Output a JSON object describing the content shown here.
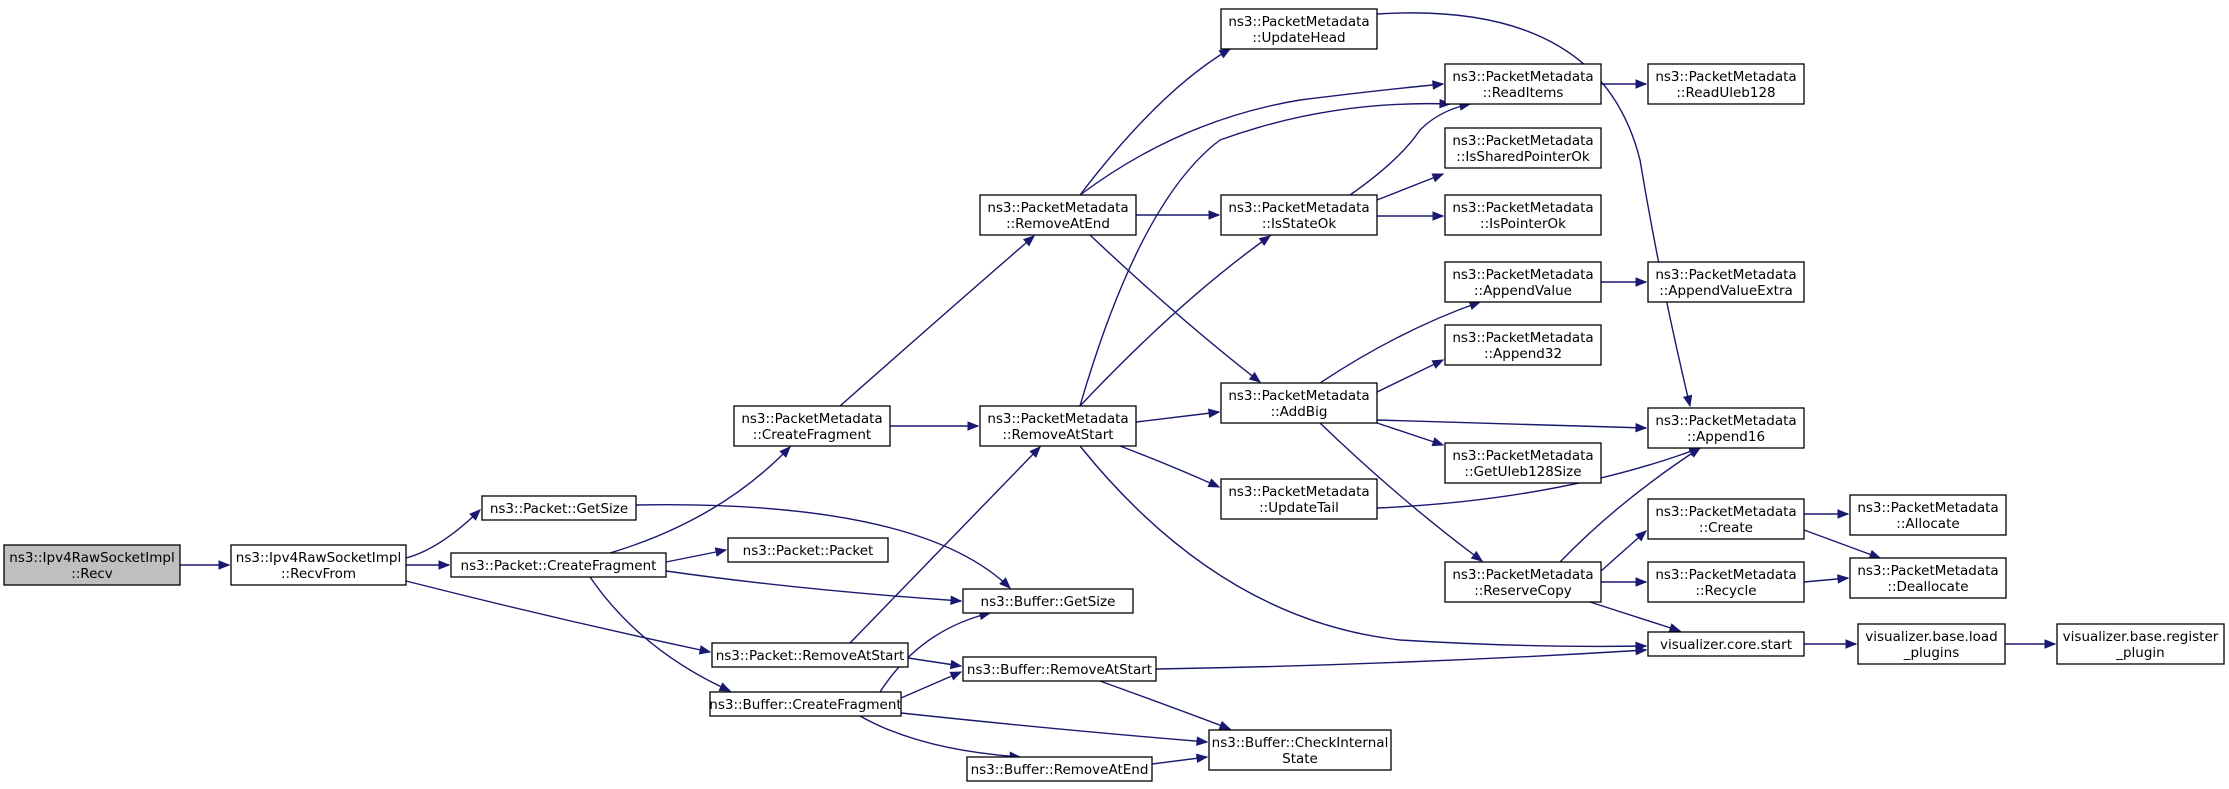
{
  "graph": {
    "colors": {
      "edge": "#191970",
      "root_fill": "#bfbfbf",
      "node_fill": "#ffffff",
      "border": "#000000"
    },
    "nodes": [
      {
        "id": "n_recv",
        "root": true,
        "lines": [
          "ns3::Ipv4RawSocketImpl",
          "::Recv"
        ]
      },
      {
        "id": "n_recvfrom",
        "lines": [
          "ns3::Ipv4RawSocketImpl",
          "::RecvFrom"
        ]
      },
      {
        "id": "n_pkt_getsize",
        "lines": [
          "ns3::Packet::GetSize"
        ]
      },
      {
        "id": "n_pkt_createfrag",
        "lines": [
          "ns3::Packet::CreateFragment"
        ]
      },
      {
        "id": "n_pkt_removeatstart",
        "lines": [
          "ns3::Packet::RemoveAtStart"
        ]
      },
      {
        "id": "n_buf_createfrag",
        "lines": [
          "ns3::Buffer::CreateFragment"
        ]
      },
      {
        "id": "n_pm_createfrag",
        "lines": [
          "ns3::PacketMetadata",
          "::CreateFragment"
        ]
      },
      {
        "id": "n_pkt_packet",
        "lines": [
          "ns3::Packet::Packet"
        ]
      },
      {
        "id": "n_pm_removeatend",
        "lines": [
          "ns3::PacketMetadata",
          "::RemoveAtEnd"
        ]
      },
      {
        "id": "n_pm_removeatstart",
        "lines": [
          "ns3::PacketMetadata",
          "::RemoveAtStart"
        ]
      },
      {
        "id": "n_buf_getsize",
        "lines": [
          "ns3::Buffer::GetSize"
        ]
      },
      {
        "id": "n_buf_removeatstart",
        "lines": [
          "ns3::Buffer::RemoveAtStart"
        ]
      },
      {
        "id": "n_buf_removeatend",
        "lines": [
          "ns3::Buffer::RemoveAtEnd"
        ]
      },
      {
        "id": "n_pm_updatehead",
        "lines": [
          "ns3::PacketMetadata",
          "::UpdateHead"
        ]
      },
      {
        "id": "n_pm_isstateok",
        "lines": [
          "ns3::PacketMetadata",
          "::IsStateOk"
        ]
      },
      {
        "id": "n_pm_addbig",
        "lines": [
          "ns3::PacketMetadata",
          "::AddBig"
        ]
      },
      {
        "id": "n_pm_updatetail",
        "lines": [
          "ns3::PacketMetadata",
          "::UpdateTail"
        ]
      },
      {
        "id": "n_buf_checkinternal",
        "lines": [
          "ns3::Buffer::CheckInternal",
          "State"
        ]
      },
      {
        "id": "n_pm_readitems",
        "lines": [
          "ns3::PacketMetadata",
          "::ReadItems"
        ]
      },
      {
        "id": "n_pm_issharedptr",
        "lines": [
          "ns3::PacketMetadata",
          "::IsSharedPointerOk"
        ]
      },
      {
        "id": "n_pm_ispointerok",
        "lines": [
          "ns3::PacketMetadata",
          "::IsPointerOk"
        ]
      },
      {
        "id": "n_pm_appendvalue",
        "lines": [
          "ns3::PacketMetadata",
          "::AppendValue"
        ]
      },
      {
        "id": "n_pm_append32",
        "lines": [
          "ns3::PacketMetadata",
          "::Append32"
        ]
      },
      {
        "id": "n_pm_getuleb",
        "lines": [
          "ns3::PacketMetadata",
          "::GetUleb128Size"
        ]
      },
      {
        "id": "n_pm_reservecopy",
        "lines": [
          "ns3::PacketMetadata",
          "::ReserveCopy"
        ]
      },
      {
        "id": "n_pm_readuleb",
        "lines": [
          "ns3::PacketMetadata",
          "::ReadUleb128"
        ]
      },
      {
        "id": "n_pm_appendvalueextra",
        "lines": [
          "ns3::PacketMetadata",
          "::AppendValueExtra"
        ]
      },
      {
        "id": "n_pm_append16",
        "lines": [
          "ns3::PacketMetadata",
          "::Append16"
        ]
      },
      {
        "id": "n_pm_create",
        "lines": [
          "ns3::PacketMetadata",
          "::Create"
        ]
      },
      {
        "id": "n_pm_recycle",
        "lines": [
          "ns3::PacketMetadata",
          "::Recycle"
        ]
      },
      {
        "id": "n_viz_start",
        "lines": [
          "visualizer.core.start"
        ]
      },
      {
        "id": "n_pm_allocate",
        "lines": [
          "ns3::PacketMetadata",
          "::Allocate"
        ]
      },
      {
        "id": "n_pm_deallocate",
        "lines": [
          "ns3::PacketMetadata",
          "::Deallocate"
        ]
      },
      {
        "id": "n_viz_load",
        "lines": [
          "visualizer.base.load",
          "_plugins"
        ]
      },
      {
        "id": "n_viz_register",
        "lines": [
          "visualizer.base.register",
          "_plugin"
        ]
      }
    ]
  }
}
